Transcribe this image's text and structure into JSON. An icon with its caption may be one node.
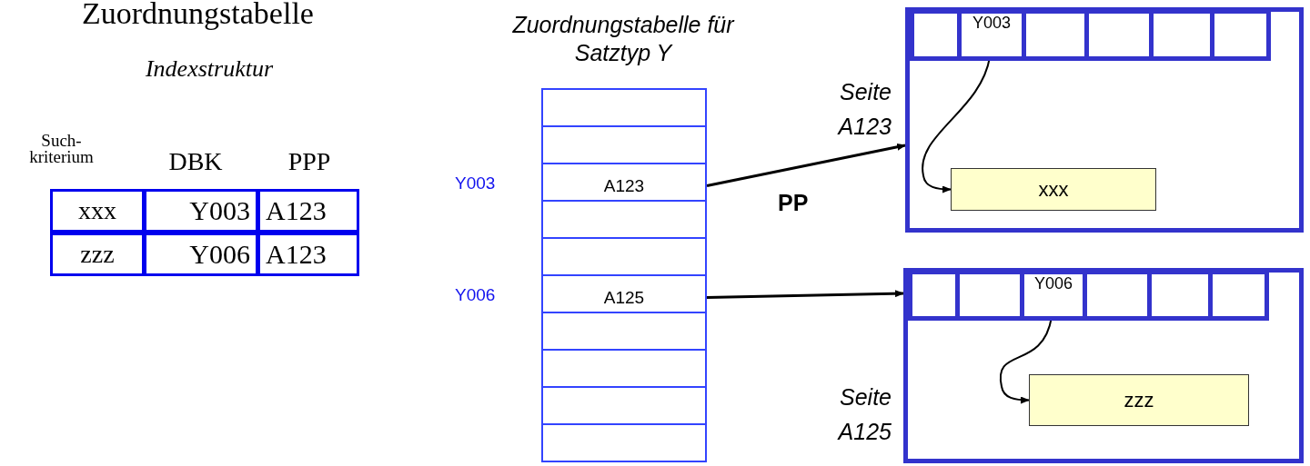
{
  "diagram": {
    "title": "Zuordnungstabelle",
    "nodes": [
      {
        "text": [
          "Zuordnungstabelle für Satztyp Y"
        ]
      },
      {
        "text": [],
        "shape": "box",
        "in": 0
      },
      {
        "text": [],
        "shape": "box",
        "in": 0
      },
      {
        "text": [
          "A123"
        ],
        "beside": [
          "Y003"
        ],
        "in": 0
      },
      {
        "text": [],
        "shape": "box",
        "in": 0
      },
      {
        "text": [],
        "shape": "box",
        "in": 0
      },
      {
        "text": [
          "A125"
        ],
        "beside": [
          "Y006"
        ],
        "in": 0
      },
      {
        "text": [],
        "shape": "box",
        "in": 0
      },
      {
        "text": [],
        "shape": "box",
        "in": 0
      },
      {
        "text": [],
        "shape": "box",
        "in": 0
      },
      {
        "text": [],
        "shape": "box",
        "in": 0
      },
      {
        "text": [
          "Seite A123"
        ]
      },
      {
        "text": [],
        "shape": "box",
        "in": 11
      },
      {
        "text": [
          "Y003"
        ],
        "in": 11
      },
      {
        "text": [],
        "shape": "box",
        "in": 11
      },
      {
        "text": [],
        "shape": "box",
        "in": 11
      },
      {
        "text": [],
        "shape": "box",
        "in": 11
      },
      {
        "text": [],
        "shape": "box",
        "in": 11
      },
      {
        "text": [
          "xxx"
        ],
        "in": 11
      },
      {
        "text": [
          "Seite A125"
        ]
      },
      {
        "text": [],
        "shape": "box",
        "in": 19
      },
      {
        "text": [],
        "shape": "box",
        "in": 19
      },
      {
        "text": [
          "Y006"
        ],
        "in": 19
      },
      {
        "text": [],
        "shape": "box",
        "in": 19
      },
      {
        "text": [],
        "shape": "box",
        "in": 19
      },
      {
        "text": [],
        "shape": "box",
        "in": 19
      },
      {
        "text": [
          "zzz"
        ],
        "in": 19
      }
    ],
    "edges": [
      {
        "from": 3,
        "to": 11,
        "arrow": "to"
      },
      {
        "from": 6,
        "to": 19,
        "arrow": "to"
      },
      {
        "from": 13,
        "to": 18,
        "arrow": "to"
      },
      {
        "from": 22,
        "to": 26,
        "arrow": "to"
      }
    ],
    "labels": [
      "Indexstruktur",
      "Such- kriterium",
      "DBK",
      "PPP",
      "xxx",
      "Y003",
      "A123",
      "zzz",
      "Y006",
      "A123",
      "PP"
    ]
  }
}
